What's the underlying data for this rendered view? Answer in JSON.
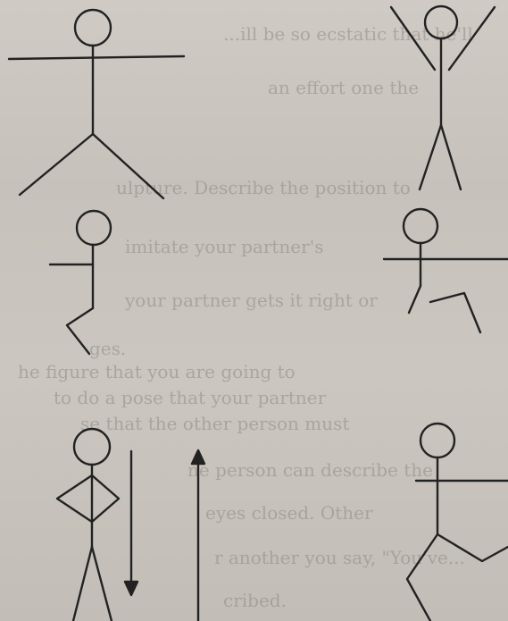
{
  "page": {
    "background": "#c9c6bf",
    "ink": "#222222",
    "bleed_ink": "#8f8b85"
  },
  "bleed_text": [
    "...ill be so ecstatic that he'll",
    "an effort   one   the",
    "ulpture. Describe the position to",
    "imitate your partner's",
    "your partner gets it right or",
    "ges.",
    "he figure that you are going to",
    "to do a pose that your partner",
    "se that the other person must",
    "ne person can describe the",
    "   eyes closed. Other",
    "r another you say, \"You've...",
    "cribed."
  ],
  "figures": [
    {
      "name": "figure-arms-out-legs-apart"
    },
    {
      "name": "figure-arms-raised"
    },
    {
      "name": "figure-arm-forward-leg-bent"
    },
    {
      "name": "figure-arm-out-leg-raised"
    },
    {
      "name": "figure-hands-on-hips"
    },
    {
      "name": "figure-arm-out-kneeling"
    }
  ],
  "arrows": [
    {
      "name": "down-arrow",
      "direction": "down"
    },
    {
      "name": "up-arrow",
      "direction": "up"
    }
  ]
}
